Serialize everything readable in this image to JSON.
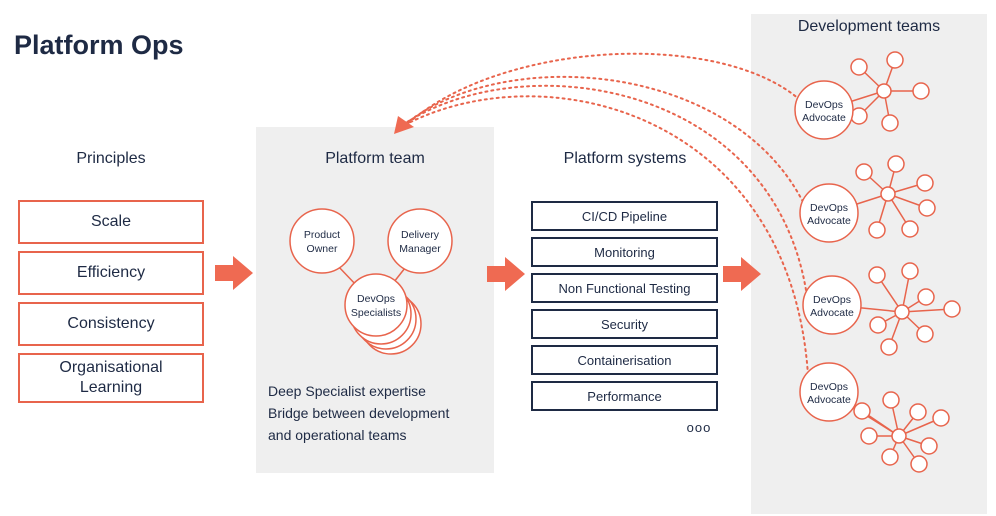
{
  "title": "Platform Ops",
  "principles": {
    "heading": "Principles",
    "items": [
      {
        "lines": [
          "Scale"
        ]
      },
      {
        "lines": [
          "Efficiency"
        ]
      },
      {
        "lines": [
          "Consistency"
        ]
      },
      {
        "lines": [
          "Organisational",
          "Learning"
        ]
      }
    ]
  },
  "platform_team": {
    "heading": "Platform team",
    "roles": [
      {
        "lines": [
          "Product",
          "Owner"
        ]
      },
      {
        "lines": [
          "Delivery",
          "Manager"
        ]
      },
      {
        "lines": [
          "DevOps",
          "Specialists"
        ]
      }
    ],
    "description": [
      "Deep Specialist expertise",
      "Bridge between development",
      "and operational teams"
    ]
  },
  "platform_systems": {
    "heading": "Platform systems",
    "items": [
      "CI/CD Pipeline",
      "Monitoring",
      "Non Functional Testing",
      "Security",
      "Containerisation",
      "Performance"
    ],
    "more": "ooo"
  },
  "development_teams": {
    "heading": "Development teams",
    "advocates": [
      {
        "lines": [
          "DevOps",
          "Advocate"
        ]
      },
      {
        "lines": [
          "DevOps",
          "Advocate"
        ]
      },
      {
        "lines": [
          "DevOps",
          "Advocate"
        ]
      },
      {
        "lines": [
          "DevOps",
          "Advocate"
        ]
      }
    ]
  },
  "colors": {
    "accent": "#e8644c",
    "arrow": "#ef6a52",
    "navy": "#1e2a44",
    "panel": "#efefef"
  }
}
